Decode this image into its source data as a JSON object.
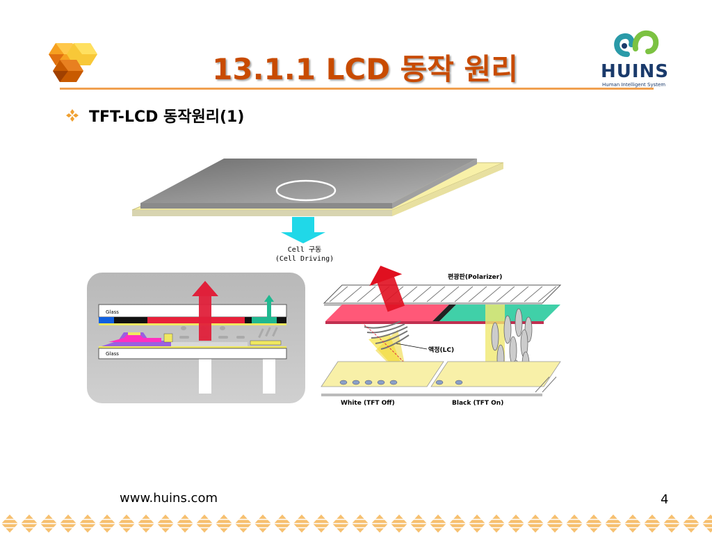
{
  "slide": {
    "title": "13.1.1  LCD 동작 원리",
    "subtitle": "TFT-LCD 동작원리(1)",
    "footer_url": "www.huins.com",
    "page_number": "4"
  },
  "brand": {
    "name": "HUINS",
    "tagline": "Human Intelligent System"
  },
  "diagram": {
    "cell_driving_ko": "Cell 구동",
    "cell_driving_en": "(Cell Driving)",
    "glass_top": "Glass",
    "glass_bottom": "Glass",
    "polarizer": "편광판(Polarizer)",
    "liquid_crystal": "액정(LC)",
    "white_state": "White (TFT Off)",
    "black_state": "Black (TFT On)"
  },
  "colors": {
    "title": "#c84b00",
    "accent_rule": "#f0a050",
    "brand_navy": "#1a3a6b",
    "brand_teal": "#2a9aa8",
    "brand_green": "#7cc242",
    "red_arrow": "#e0203a",
    "cyan_arrow": "#20d8e8",
    "panel_yellow": "#f8f0a8"
  },
  "icons": {
    "bullet": "four-diamond-bullet-icon",
    "logo": "orange-hexagon-cubes-icon",
    "brand": "huins-swirl-logo-icon"
  }
}
